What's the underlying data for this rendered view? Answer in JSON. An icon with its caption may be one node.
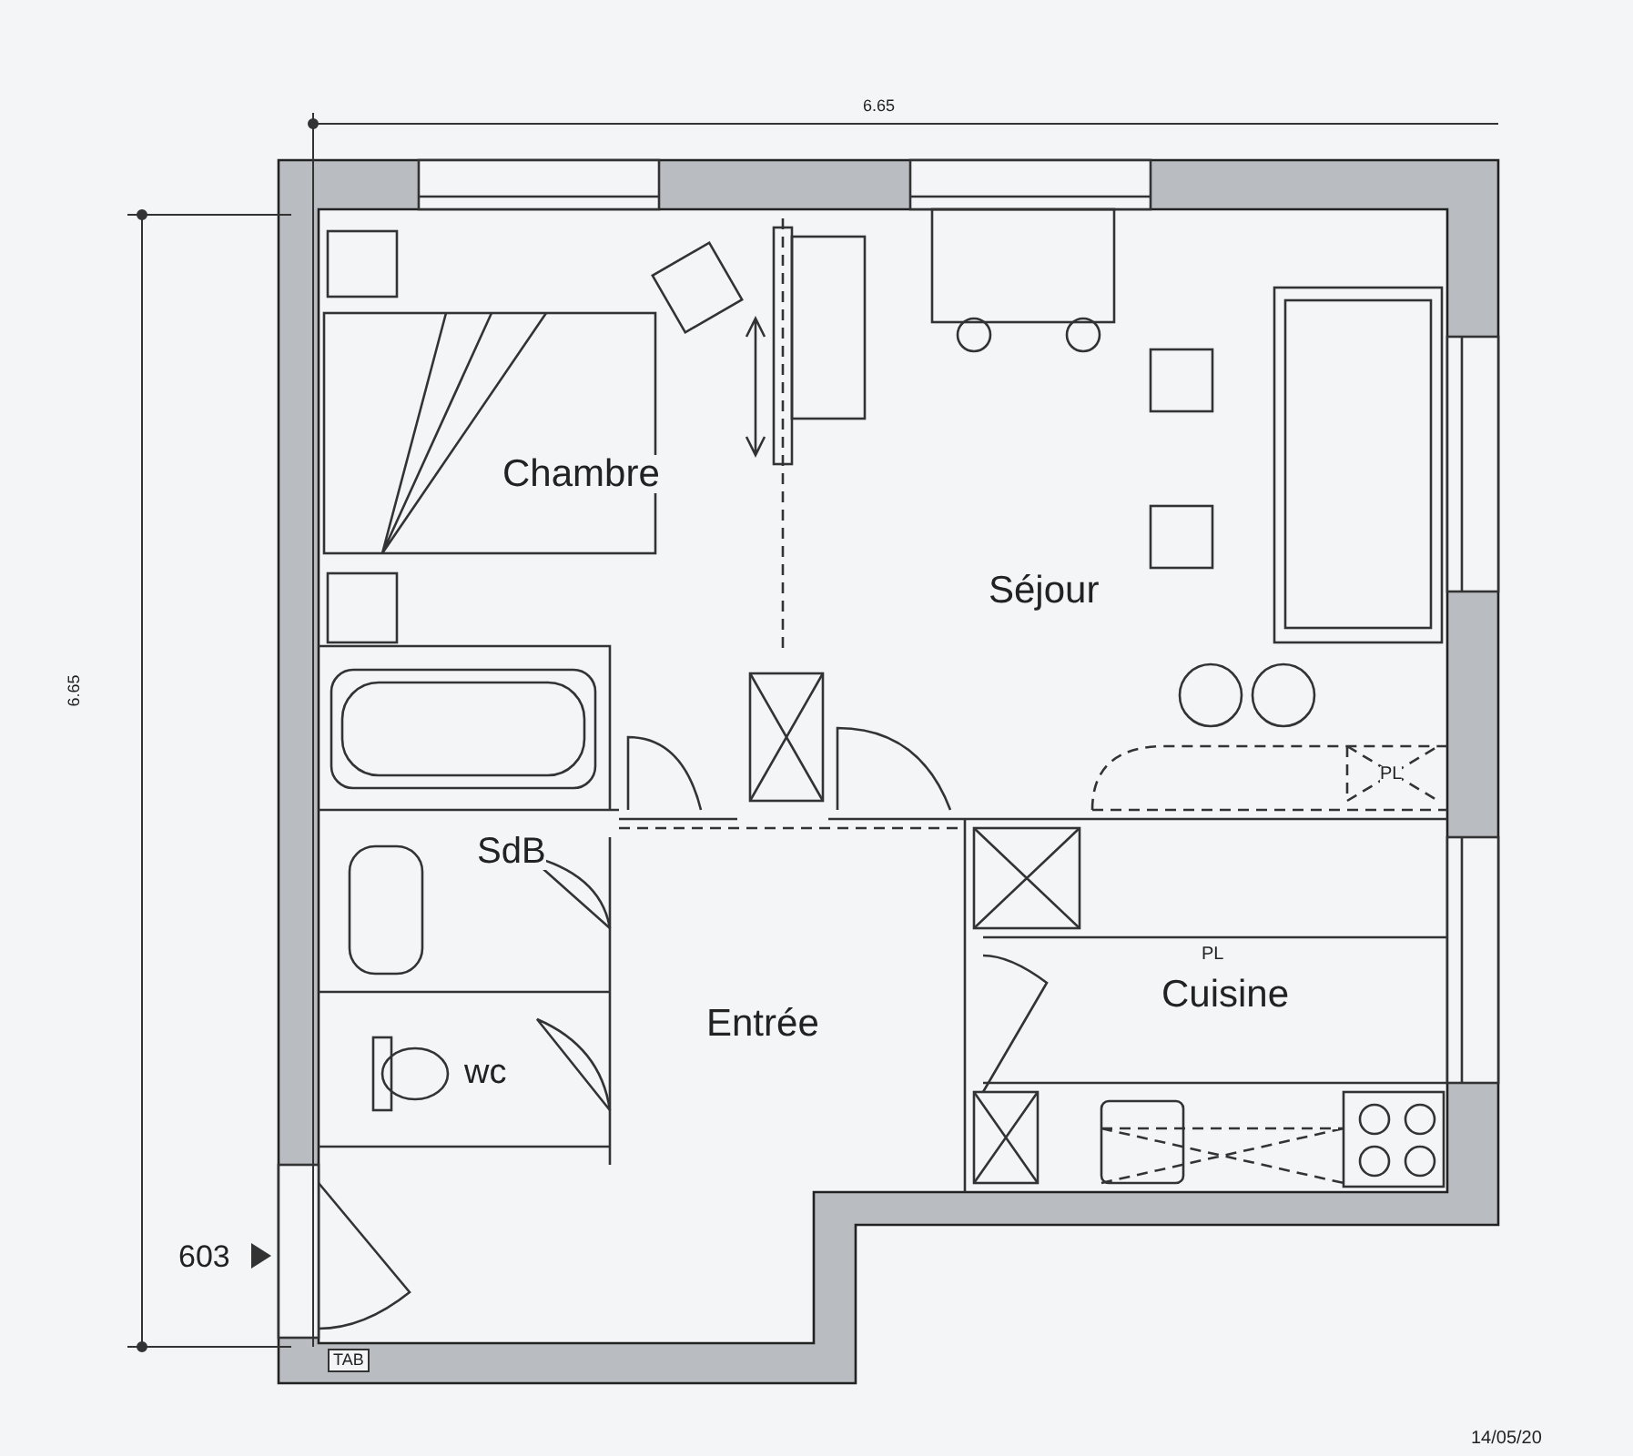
{
  "diagram": {
    "labels": [
      "6.65",
      "6.65",
      "Chambre",
      "Séjour",
      "PL",
      "SdB",
      "PL",
      "Cuisine",
      "Entrée",
      "wc",
      "603",
      "TAB",
      "14/05/20"
    ]
  }
}
